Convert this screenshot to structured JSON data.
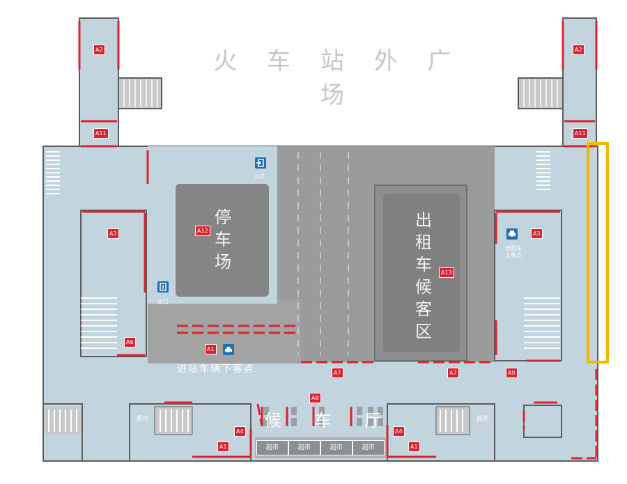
{
  "plaza_title": "火 车 站 外 广 场",
  "zones": {
    "parking": "停\n车\n场",
    "taxi_wait": "出\n租\n车\n候\n客\n区",
    "waiting_hall": "候 车 厅",
    "dropoff": "进站车辆下客点",
    "taxi_pickup": "出租车\n上客点",
    "entrance": "入口",
    "exit": "出口"
  },
  "shops": [
    "超市",
    "超市",
    "超市",
    "超市",
    "超市",
    "超市"
  ],
  "tags": {
    "a2_left": "A2",
    "a11_left": "A11",
    "a2_right": "A2",
    "a11_right": "A11",
    "a3_left": "A3",
    "a12": "A12",
    "a6": "A6",
    "a1_drop": "A1",
    "a13": "A13",
    "a3_right": "A3",
    "a7_left": "A7",
    "a7_right": "A7",
    "a9": "A9",
    "a8": "A8",
    "a4_left": "A4",
    "a1_left": "A1",
    "a4_right": "A4",
    "a1_right": "A1"
  },
  "colors": {
    "floor": "#c2d4de",
    "road": "#9b9b9b",
    "zone": "#858585",
    "wall": "#5c5c5c",
    "door": "#d9232e",
    "highlight": "#f5b800",
    "icon": "#1f6fb2"
  },
  "icons": [
    "entrance-icon",
    "exit-icon",
    "taxi-icon",
    "car-icon"
  ]
}
